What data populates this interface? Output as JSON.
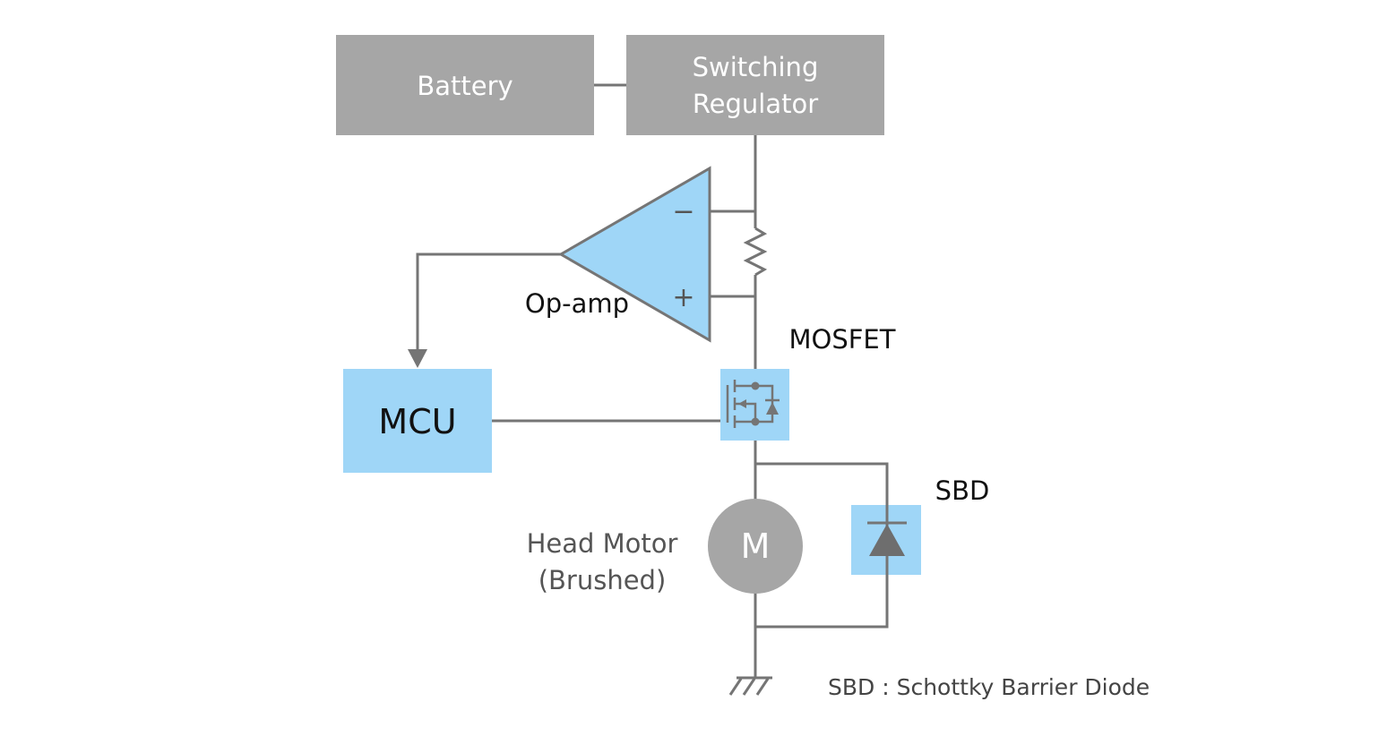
{
  "blocks": {
    "battery": "Battery",
    "regulator_line1": "Switching",
    "regulator_line2": "Regulator",
    "mcu": "MCU",
    "motor_symbol": "M"
  },
  "labels": {
    "opamp": "Op-amp",
    "opamp_minus": "−",
    "opamp_plus": "+",
    "mosfet": "MOSFET",
    "sbd": "SBD",
    "motor_line1": "Head Motor",
    "motor_line2": "(Brushed)"
  },
  "note": "SBD : Schottky Barrier Diode",
  "colors": {
    "gray_block": "#a6a6a6",
    "blue_block": "#9fd6f7",
    "wire": "#757575"
  }
}
